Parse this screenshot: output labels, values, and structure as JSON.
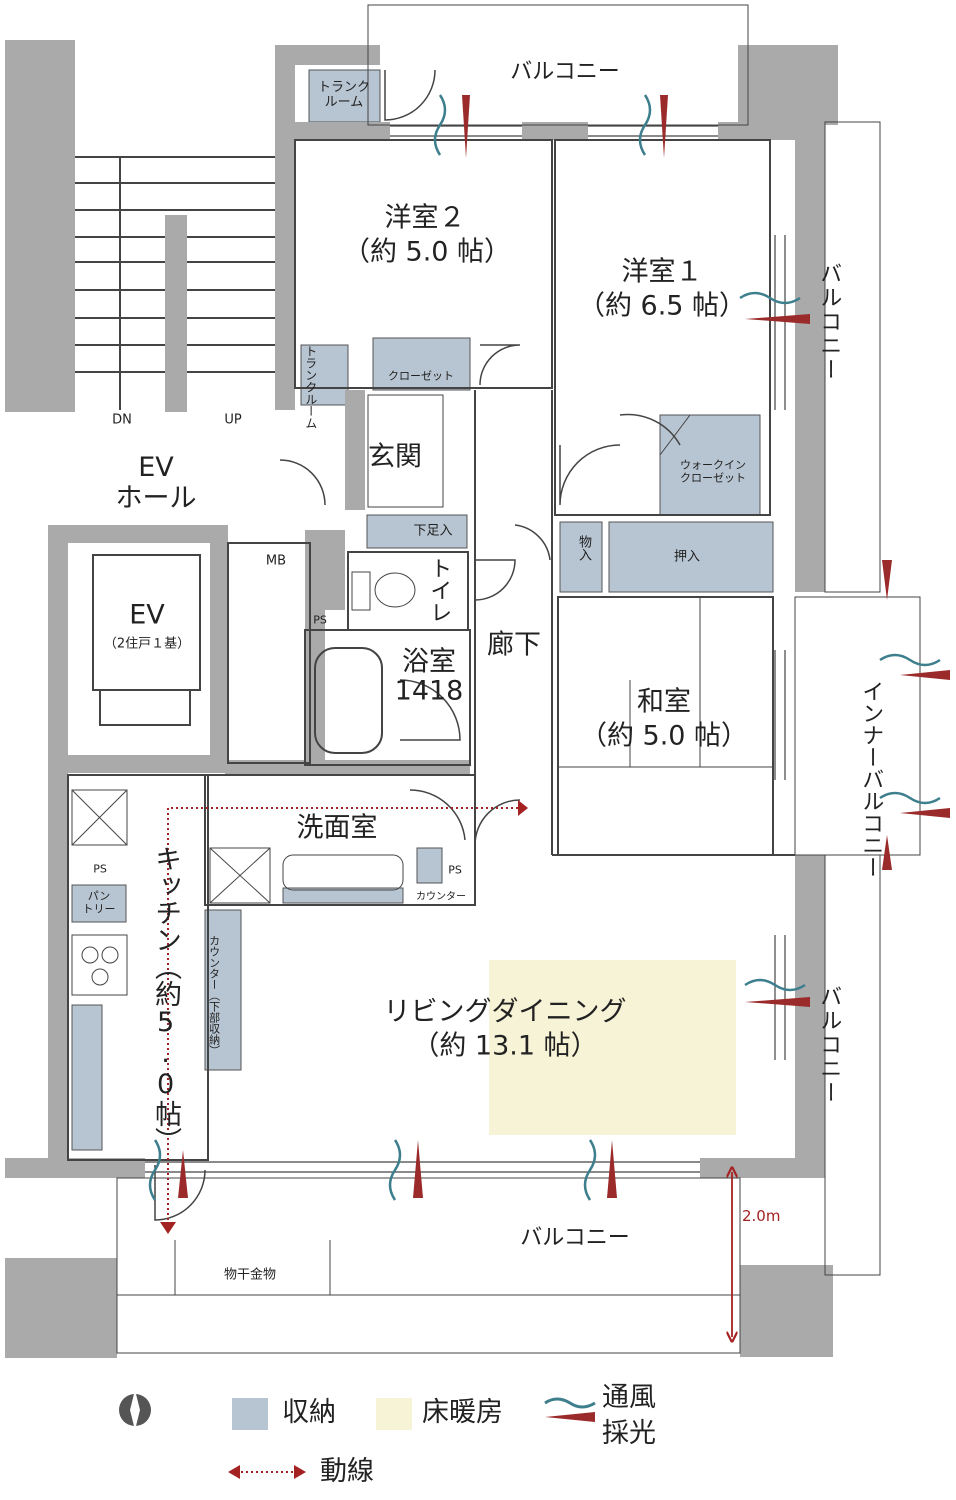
{
  "rooms": {
    "western2": {
      "name": "洋室２",
      "size": "（約 5.0 帖）"
    },
    "western1": {
      "name": "洋室１",
      "size": "（約 6.5 帖）"
    },
    "japanese": {
      "name": "和室",
      "size": "（約 5.0 帖）"
    },
    "living": {
      "name": "リビングダイニング",
      "size": "（約 13.1 帖）"
    },
    "kitchen": {
      "name": "キッチン（約5.0帖）"
    },
    "entrance": "玄関",
    "corridor": "廊下",
    "bath": {
      "name": "浴室",
      "code": "1418"
    },
    "toilet": "トイレ",
    "washroom": "洗面室",
    "ev_hall": "EV\nホール",
    "ev": {
      "name": "EV",
      "note": "（2住戸１基）"
    },
    "mb": "MB"
  },
  "storage": {
    "trunk_top": "トランク\nルーム",
    "trunk_side": "トランクルーム",
    "closet": "クローゼット",
    "walkin": "ウォークイン\nクローゼット",
    "shoe": "下足入",
    "mono": "物入",
    "oshiire": "押入",
    "pantry": "パン\nトリー",
    "counter_storage": "カウンター（下部収納）",
    "counter_small": "カウンター"
  },
  "balconies": {
    "top": "バルコニー",
    "right_upper": "バルコニー",
    "inner": "インナーバルコニー",
    "right_lower": "バルコニー",
    "bottom": "バルコニー"
  },
  "stairs": {
    "dn": "DN",
    "up": "UP"
  },
  "misc": {
    "ps": "PS",
    "drying_hardware": "物干金物",
    "dimension": "2.0m"
  },
  "legend": {
    "storage": "収納",
    "floor_heating": "床暖房",
    "ventilation": "通風",
    "lighting": "採光",
    "flow": "動線"
  },
  "colors": {
    "storage": "#b7c4d1",
    "floor_heating": "#f7f3d6",
    "wall": "#aaaaaa",
    "ventilation": "#3d7f8d",
    "lighting": "#9b2a2a",
    "flow": "#a52222"
  }
}
